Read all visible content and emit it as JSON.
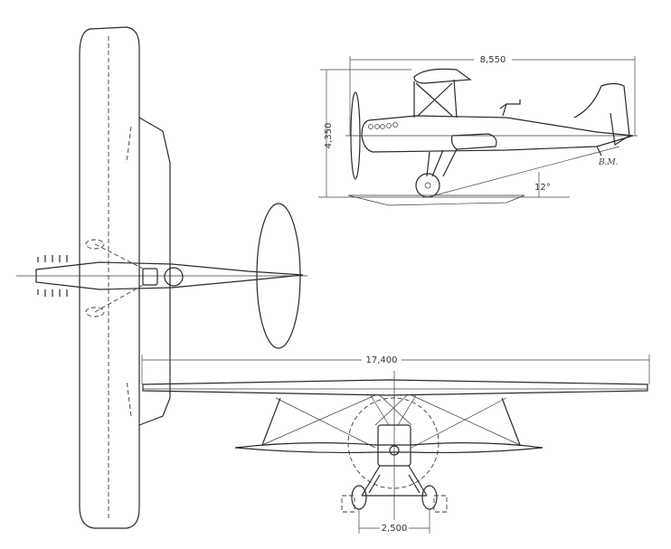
{
  "title": "Biplane three-view drawing",
  "dimensions": {
    "length": "8,550",
    "height": "4,350",
    "ground_angle": "12°",
    "span": "17,400",
    "track": "2,500"
  },
  "signature": "B.M.",
  "views": [
    "plan-view",
    "side-view",
    "front-view"
  ]
}
